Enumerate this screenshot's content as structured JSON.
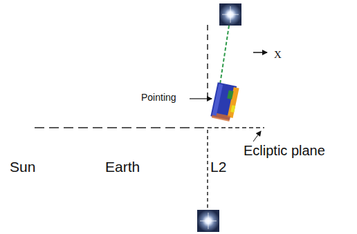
{
  "diagram": {
    "labels": [
      "Pointing",
      "X",
      "Ecliptic plane",
      "Sun",
      "Earth",
      "L2"
    ]
  }
}
